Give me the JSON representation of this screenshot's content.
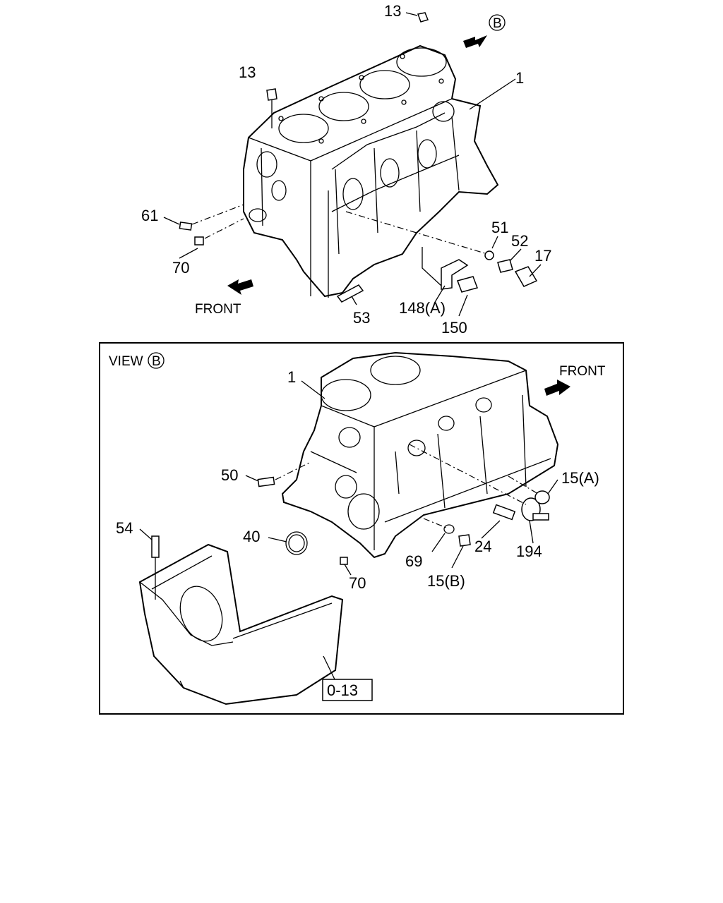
{
  "top_view": {
    "direction_arrow_label": "B",
    "front_label": "FRONT",
    "callouts": {
      "c13a": "13",
      "c13b": "13",
      "c1": "1",
      "c61": "61",
      "c70": "70",
      "c51": "51",
      "c52": "52",
      "c17": "17",
      "c53": "53",
      "c148a": "148(A)",
      "c150": "150"
    }
  },
  "view_b": {
    "title_prefix": "VIEW",
    "title_circle": "B",
    "front_label": "FRONT",
    "ref_box": "0-13",
    "callouts": {
      "c1": "1",
      "c50": "50",
      "c15a": "15(A)",
      "c40": "40",
      "c54": "54",
      "c69": "69",
      "c24": "24",
      "c194": "194",
      "c70": "70",
      "c15b": "15(B)"
    }
  },
  "colors": {
    "ink": "#000000",
    "paper": "#ffffff"
  },
  "icons": [
    "front-arrow-icon",
    "view-arrow-icon",
    "circled-letter-icon"
  ]
}
